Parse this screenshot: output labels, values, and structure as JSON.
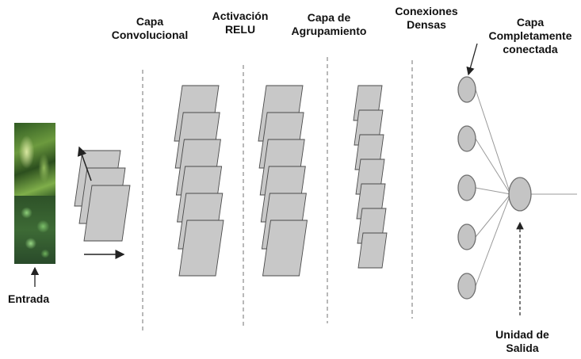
{
  "labels": {
    "input": "Entrada",
    "conv": [
      "Capa",
      "Convolucional"
    ],
    "relu": [
      "Activación",
      "RELU"
    ],
    "pool": [
      "Capa de",
      "Agrupamiento"
    ],
    "dense": [
      "Conexiones",
      "Densas"
    ],
    "fc": [
      "Capa",
      "Completamente",
      "conectada"
    ],
    "output": [
      "Unidad de",
      "Salida"
    ]
  },
  "colors": {
    "sheet_fill": "#c8c8c8",
    "sheet_stroke": "#4a4a4a",
    "node_fill": "#c4c4c4",
    "node_stroke": "#6e6e6e",
    "divider": "#8a8a8a"
  },
  "icons": {
    "input_image": "leaf-photo-pair"
  },
  "structure": {
    "input_sheets": 3,
    "conv_sheets": 6,
    "relu_sheets": 6,
    "pool_sheets": 7,
    "fc_nodes": 5
  }
}
